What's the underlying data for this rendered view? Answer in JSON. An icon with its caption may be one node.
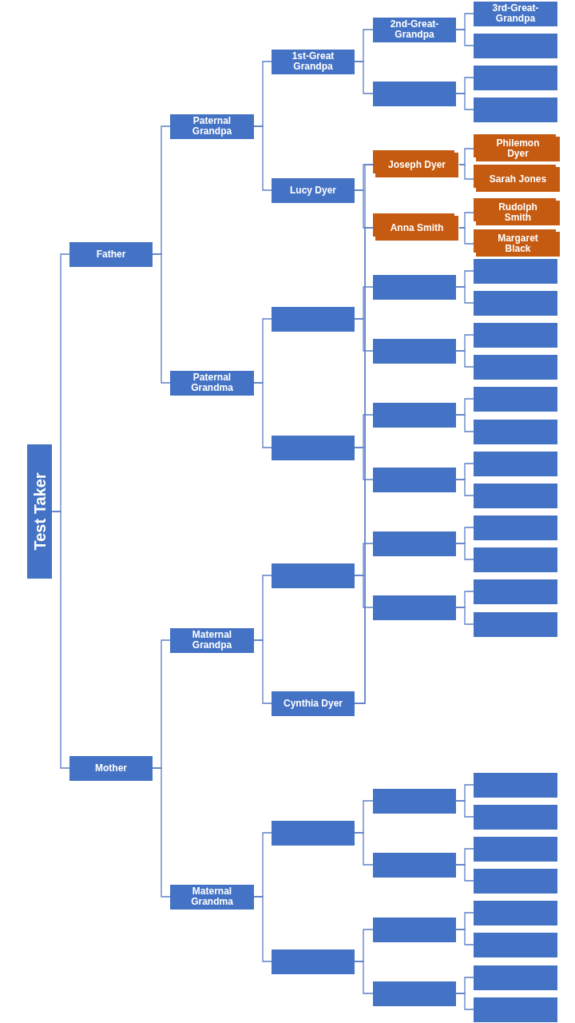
{
  "diagram": {
    "nodes": [
      {
        "text": [
          "Test Taker"
        ]
      },
      {
        "text": [
          "Father"
        ]
      },
      {
        "text": [
          "Mother"
        ]
      },
      {
        "text": [
          "Paternal Grandpa"
        ]
      },
      {
        "text": [
          "Paternal Grandma"
        ]
      },
      {
        "text": [
          "Maternal Grandpa"
        ]
      },
      {
        "text": [
          "Maternal Grandma"
        ]
      },
      {
        "text": [
          "1st-Great Grandpa"
        ]
      },
      {
        "text": [
          "Lucy Dyer"
        ]
      },
      {
        "text": [],
        "shape": "box"
      },
      {
        "text": [],
        "shape": "box"
      },
      {
        "text": [],
        "shape": "box"
      },
      {
        "text": [
          "Cynthia Dyer"
        ]
      },
      {
        "text": [],
        "shape": "box"
      },
      {
        "text": [],
        "shape": "box"
      },
      {
        "text": [
          "2nd-Great-Grandpa"
        ]
      },
      {
        "text": [],
        "shape": "box"
      },
      {
        "text": [
          "Joseph Dyer"
        ]
      },
      {
        "text": [
          "Anna Smith"
        ]
      },
      {
        "text": [],
        "shape": "box"
      },
      {
        "text": [],
        "shape": "box"
      },
      {
        "text": [],
        "shape": "box"
      },
      {
        "text": [],
        "shape": "box"
      },
      {
        "text": [],
        "shape": "box"
      },
      {
        "text": [],
        "shape": "box"
      },
      {
        "text": [],
        "shape": "box"
      },
      {
        "text": [],
        "shape": "box"
      },
      {
        "text": [],
        "shape": "box"
      },
      {
        "text": [],
        "shape": "box"
      },
      {
        "text": [
          "3rd-Great-Grandpa"
        ]
      },
      {
        "text": [],
        "shape": "box"
      },
      {
        "text": [],
        "shape": "box"
      },
      {
        "text": [],
        "shape": "box"
      },
      {
        "text": [
          "Philemon Dyer"
        ]
      },
      {
        "text": [
          "Sarah Jones"
        ]
      },
      {
        "text": [
          "Rudolph Smith"
        ]
      },
      {
        "text": [
          "Margaret Black"
        ]
      },
      {
        "text": [],
        "shape": "box"
      },
      {
        "text": [],
        "shape": "box"
      },
      {
        "text": [],
        "shape": "box"
      },
      {
        "text": [],
        "shape": "box"
      },
      {
        "text": [],
        "shape": "box"
      },
      {
        "text": [],
        "shape": "box"
      },
      {
        "text": [],
        "shape": "box"
      },
      {
        "text": [],
        "shape": "box"
      },
      {
        "text": [],
        "shape": "box"
      },
      {
        "text": [],
        "shape": "box"
      },
      {
        "text": [],
        "shape": "box"
      },
      {
        "text": [],
        "shape": "box"
      },
      {
        "text": [],
        "shape": "box"
      },
      {
        "text": [],
        "shape": "box"
      },
      {
        "text": [],
        "shape": "box"
      },
      {
        "text": [],
        "shape": "box"
      },
      {
        "text": [],
        "shape": "box"
      },
      {
        "text": [],
        "shape": "box"
      },
      {
        "text": [],
        "shape": "box"
      },
      {
        "text": [],
        "shape": "box"
      }
    ],
    "edges": [
      {
        "from": 0,
        "to": 1,
        "arrow": "none"
      },
      {
        "from": 0,
        "to": 2,
        "arrow": "none"
      },
      {
        "from": 1,
        "to": 3,
        "arrow": "none"
      },
      {
        "from": 1,
        "to": 4,
        "arrow": "none"
      },
      {
        "from": 2,
        "to": 5,
        "arrow": "none"
      },
      {
        "from": 2,
        "to": 6,
        "arrow": "none"
      },
      {
        "from": 3,
        "to": 7,
        "arrow": "none"
      },
      {
        "from": 3,
        "to": 8,
        "arrow": "none"
      },
      {
        "from": 4,
        "to": 9,
        "arrow": "none"
      },
      {
        "from": 4,
        "to": 10,
        "arrow": "none"
      },
      {
        "from": 5,
        "to": 11,
        "arrow": "none"
      },
      {
        "from": 5,
        "to": 12,
        "arrow": "none"
      },
      {
        "from": 6,
        "to": 13,
        "arrow": "none"
      },
      {
        "from": 6,
        "to": 14,
        "arrow": "none"
      },
      {
        "from": 7,
        "to": 15,
        "arrow": "none"
      },
      {
        "from": 7,
        "to": 16,
        "arrow": "none"
      },
      {
        "from": 8,
        "to": 17,
        "arrow": "none"
      },
      {
        "from": 8,
        "to": 18,
        "arrow": "none"
      },
      {
        "from": 9,
        "to": 19,
        "arrow": "none"
      },
      {
        "from": 9,
        "to": 20,
        "arrow": "none"
      },
      {
        "from": 10,
        "to": 21,
        "arrow": "none"
      },
      {
        "from": 10,
        "to": 22,
        "arrow": "none"
      },
      {
        "from": 11,
        "to": 23,
        "arrow": "none"
      },
      {
        "from": 11,
        "to": 24,
        "arrow": "none"
      },
      {
        "from": 12,
        "to": 17,
        "arrow": "none"
      },
      {
        "from": 12,
        "to": 18,
        "arrow": "none"
      },
      {
        "from": 13,
        "to": 25,
        "arrow": "none"
      },
      {
        "from": 13,
        "to": 26,
        "arrow": "none"
      },
      {
        "from": 14,
        "to": 27,
        "arrow": "none"
      },
      {
        "from": 14,
        "to": 28,
        "arrow": "none"
      },
      {
        "from": 15,
        "to": 29,
        "arrow": "none"
      },
      {
        "from": 15,
        "to": 30,
        "arrow": "none"
      },
      {
        "from": 16,
        "to": 31,
        "arrow": "none"
      },
      {
        "from": 16,
        "to": 32,
        "arrow": "none"
      },
      {
        "from": 17,
        "to": 33,
        "arrow": "none"
      },
      {
        "from": 17,
        "to": 34,
        "arrow": "none"
      },
      {
        "from": 18,
        "to": 35,
        "arrow": "none"
      },
      {
        "from": 18,
        "to": 36,
        "arrow": "none"
      },
      {
        "from": 19,
        "to": 37,
        "arrow": "none"
      },
      {
        "from": 19,
        "to": 38,
        "arrow": "none"
      },
      {
        "from": 20,
        "to": 39,
        "arrow": "none"
      },
      {
        "from": 20,
        "to": 40,
        "arrow": "none"
      },
      {
        "from": 21,
        "to": 41,
        "arrow": "none"
      },
      {
        "from": 21,
        "to": 42,
        "arrow": "none"
      },
      {
        "from": 22,
        "to": 43,
        "arrow": "none"
      },
      {
        "from": 22,
        "to": 44,
        "arrow": "none"
      },
      {
        "from": 23,
        "to": 45,
        "arrow": "none"
      },
      {
        "from": 23,
        "to": 46,
        "arrow": "none"
      },
      {
        "from": 24,
        "to": 47,
        "arrow": "none"
      },
      {
        "from": 24,
        "to": 48,
        "arrow": "none"
      },
      {
        "from": 25,
        "to": 49,
        "arrow": "none"
      },
      {
        "from": 25,
        "to": 50,
        "arrow": "none"
      },
      {
        "from": 26,
        "to": 51,
        "arrow": "none"
      },
      {
        "from": 26,
        "to": 52,
        "arrow": "none"
      },
      {
        "from": 27,
        "to": 53,
        "arrow": "none"
      },
      {
        "from": 27,
        "to": 54,
        "arrow": "none"
      },
      {
        "from": 28,
        "to": 55,
        "arrow": "none"
      },
      {
        "from": 28,
        "to": 56,
        "arrow": "none"
      }
    ]
  }
}
